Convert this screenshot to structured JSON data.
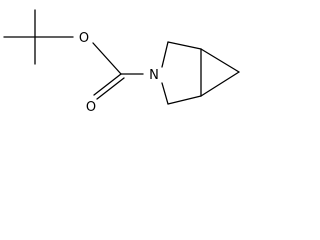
{
  "molecule": {
    "atoms": [
      {
        "id": "o_ester",
        "element": "O",
        "label": "O"
      },
      {
        "id": "o_carbonyl",
        "element": "O",
        "label": "O"
      },
      {
        "id": "n_ring",
        "element": "N",
        "label": "N"
      }
    ]
  }
}
